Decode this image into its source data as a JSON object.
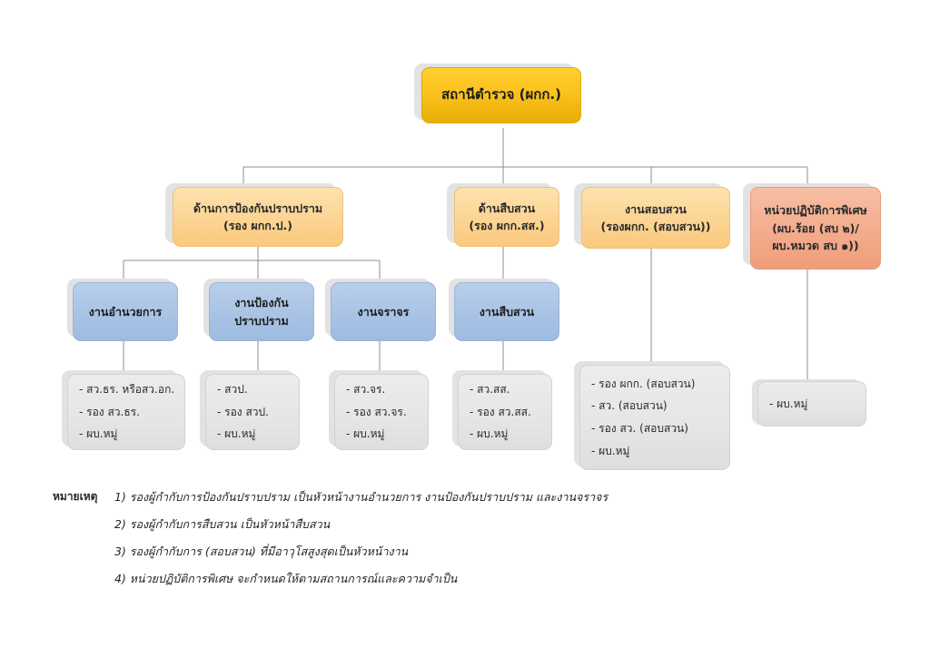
{
  "diagram": {
    "title_node": {
      "id": "police-station",
      "lines": [
        "สถานีตำรวจ (ผกก.)"
      ],
      "color": "#fcc21d"
    },
    "level2": [
      {
        "id": "prevention-division",
        "lines": [
          "ด้านการป้องกันปราบปราม",
          "(รอง ผกก.ป.)"
        ],
        "color": "#fcd391"
      },
      {
        "id": "investigation-intel-division",
        "lines": [
          "ด้านสืบสวน",
          "(รอง ผกก.สส.)"
        ],
        "color": "#fcd391"
      },
      {
        "id": "inquiry-division",
        "lines": [
          "งานสอบสวน",
          "(รองผกก. (สอบสวน))"
        ],
        "color": "#fcd391"
      },
      {
        "id": "special-operations-unit",
        "lines": [
          "หน่วยปฏิบัติการพิเศษ",
          "(ผบ.ร้อย (สบ ๒)/",
          "ผบ.หมวด สบ ๑))"
        ],
        "color": "#f3aa8b"
      }
    ],
    "level3": [
      {
        "id": "admin-work",
        "lines": [
          "งานอำนวยการ"
        ],
        "color": "#a9c3e4"
      },
      {
        "id": "prevention-suppression-work",
        "lines": [
          "งานป้องกัน",
          "ปราบปราม"
        ],
        "color": "#a9c3e4"
      },
      {
        "id": "traffic-work",
        "lines": [
          "งานจราจร"
        ],
        "color": "#a9c3e4"
      },
      {
        "id": "intelligence-work",
        "lines": [
          "งานสืบสวน"
        ],
        "color": "#a9c3e4"
      }
    ],
    "level4": [
      {
        "id": "admin-staff",
        "lines": [
          "- สว.ธร. หรือสว.อก.",
          "- รอง สว.ธร.",
          "- ผบ.หมู่"
        ],
        "color": "#e6e6e6"
      },
      {
        "id": "prevention-staff",
        "lines": [
          "- สวป.",
          "- รอง  สวป.",
          "- ผบ.หมู่"
        ],
        "color": "#e6e6e6"
      },
      {
        "id": "traffic-staff",
        "lines": [
          "- สว.จร.",
          "- รอง สว.จร.",
          "- ผบ.หมู่"
        ],
        "color": "#e6e6e6"
      },
      {
        "id": "intelligence-staff",
        "lines": [
          "- สว.สส.",
          "- รอง สว.สส.",
          "- ผบ.หมู่"
        ],
        "color": "#e6e6e6"
      },
      {
        "id": "inquiry-staff",
        "lines": [
          "- รอง ผกก. (สอบสวน)",
          "- สว. (สอบสวน)",
          "- รอง สว. (สอบสวน)",
          "- ผบ.หมู่"
        ],
        "color": "#e6e6e6"
      },
      {
        "id": "special-ops-staff",
        "lines": [
          "- ผบ.หมู่"
        ],
        "color": "#e6e6e6"
      }
    ]
  },
  "footnotes": {
    "label": "หมายเหตุ",
    "items": [
      "1) รองผู้กำกับการป้องกันปราบปราม เป็นหัวหน้างานอำนวยการ งานป้องกันปราบปราม และงานจราจร",
      "2) รองผู้กำกับการสืบสวน เป็นหัวหน้าสืบสวน",
      "3) รองผู้กำกับการ (สอบสวน) ที่มีอาวุโสสูงสุดเป็นหัวหน้างาน",
      "4) หน่วยปฏิบัติการพิเศษ จะกำหนดให้ตามสถานการณ์และความจำเป็น"
    ]
  },
  "colors": {
    "connector": "#8c8c8c",
    "shadow": "#e2e2e2",
    "background": "#ffffff"
  }
}
